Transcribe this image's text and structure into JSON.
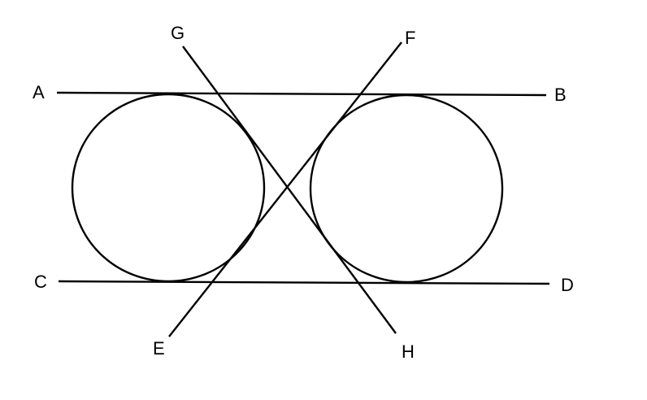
{
  "diagram": {
    "colors": {
      "line": "#000000",
      "background": "#ffffff"
    },
    "labels": {
      "A": "A",
      "B": "B",
      "C": "C",
      "D": "D",
      "E": "E",
      "F": "F",
      "G": "G",
      "H": "H"
    },
    "circles": [
      {
        "id": "left-circle"
      },
      {
        "id": "right-circle"
      }
    ],
    "lines": [
      {
        "id": "line-AB",
        "from": "A",
        "to": "B"
      },
      {
        "id": "line-CD",
        "from": "C",
        "to": "D"
      },
      {
        "id": "line-GH",
        "from": "G",
        "to": "H"
      },
      {
        "id": "line-EF",
        "from": "E",
        "to": "F"
      }
    ]
  }
}
